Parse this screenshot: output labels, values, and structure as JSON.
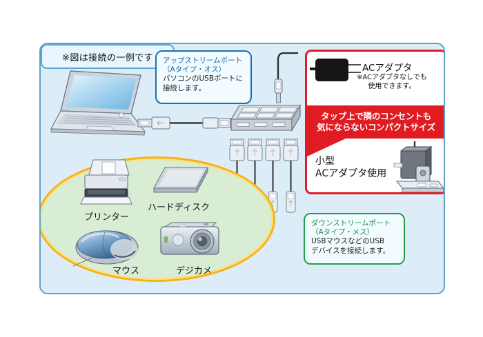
{
  "diagram": {
    "title_note": "※図は接続の一例です",
    "callouts": {
      "upstream": {
        "name": "upstream-port",
        "line1": "アップストリームポート",
        "line2": "（Aタイプ・オス）",
        "line3": "パソコンのUSBポートに",
        "line4": "接続します。",
        "border_color": "#1b6fb5",
        "heading_color": "#1464a8"
      },
      "downstream": {
        "name": "downstream-port",
        "line1": "ダウンストリームポート",
        "line2": "（Aタイプ・メス）",
        "line3": "USBマウスなどのUSB",
        "line4": "デバイスを接続します。",
        "border_color": "#21a04a",
        "heading_color": "#1b8f43"
      }
    },
    "ac_panel": {
      "title": "ACアダプタ",
      "note_line1": "※ACアダプタなしでも",
      "note_line2": "使用できます。",
      "band_line1": "タップ上で隣のコンセントも",
      "band_line2": "気にならないコンパクトサイズ",
      "small_line1": "小型",
      "small_line2": "ACアダプタ使用",
      "accent_color": "#e11b22"
    },
    "devices": [
      {
        "name": "printer",
        "label": "プリンター"
      },
      {
        "name": "hard-disk",
        "label": "ハードディスク"
      },
      {
        "name": "mouse",
        "label": "マウス"
      },
      {
        "name": "digital-camera",
        "label": "デジカメ"
      }
    ],
    "colors": {
      "panel_background": "#ddedf8",
      "panel_border": "#5ba3cf",
      "oval_fill": "#d9ecd4",
      "oval_border": "#f6b31b",
      "callout_background": "#f2fbff"
    },
    "counts": {
      "downstream_ports": 4
    }
  }
}
